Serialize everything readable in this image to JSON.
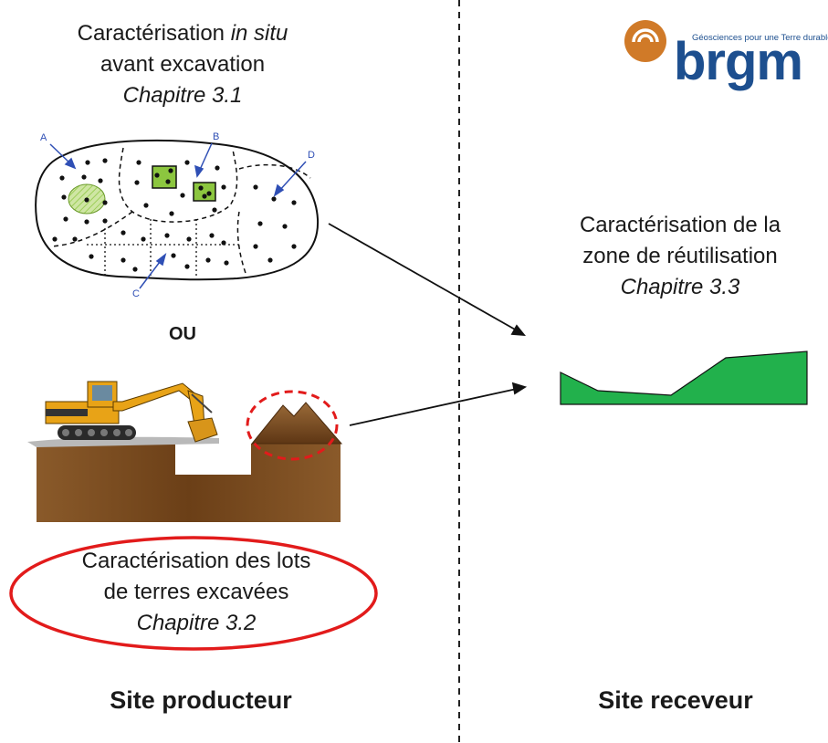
{
  "left_section": {
    "insitu_line1_prefix": "Caractérisation ",
    "insitu_line1_italic": "in situ",
    "insitu_line2": "avant excavation",
    "insitu_chapter": "Chapitre 3.1",
    "marker_labels": [
      "A",
      "B",
      "C",
      "D"
    ],
    "or_label": "OU",
    "lots_line1": "Caractérisation des lots",
    "lots_line2": "de terres excavées",
    "lots_chapter": "Chapitre 3.2",
    "site_label": "Site producteur"
  },
  "right_section": {
    "reuse_line1": "Caractérisation de la",
    "reuse_line2": "zone de réutilisation",
    "reuse_chapter": "Chapitre 3.3",
    "site_label": "Site receveur"
  },
  "logo": {
    "tagline": "Géosciences pour une Terre durable",
    "wordmark": "brgm"
  },
  "colors": {
    "highlight_red": "#e21b1b",
    "soil_brown": "#7a4a1e",
    "zone_green": "#22b14c",
    "sample_green": "#8cc63f",
    "marker_blue": "#2f4fb5",
    "logo_orange": "#d07a28",
    "logo_blue": "#1d4f8f"
  },
  "icons": [
    "excavator-icon",
    "soil-pile-icon",
    "brgm-logo-icon"
  ]
}
